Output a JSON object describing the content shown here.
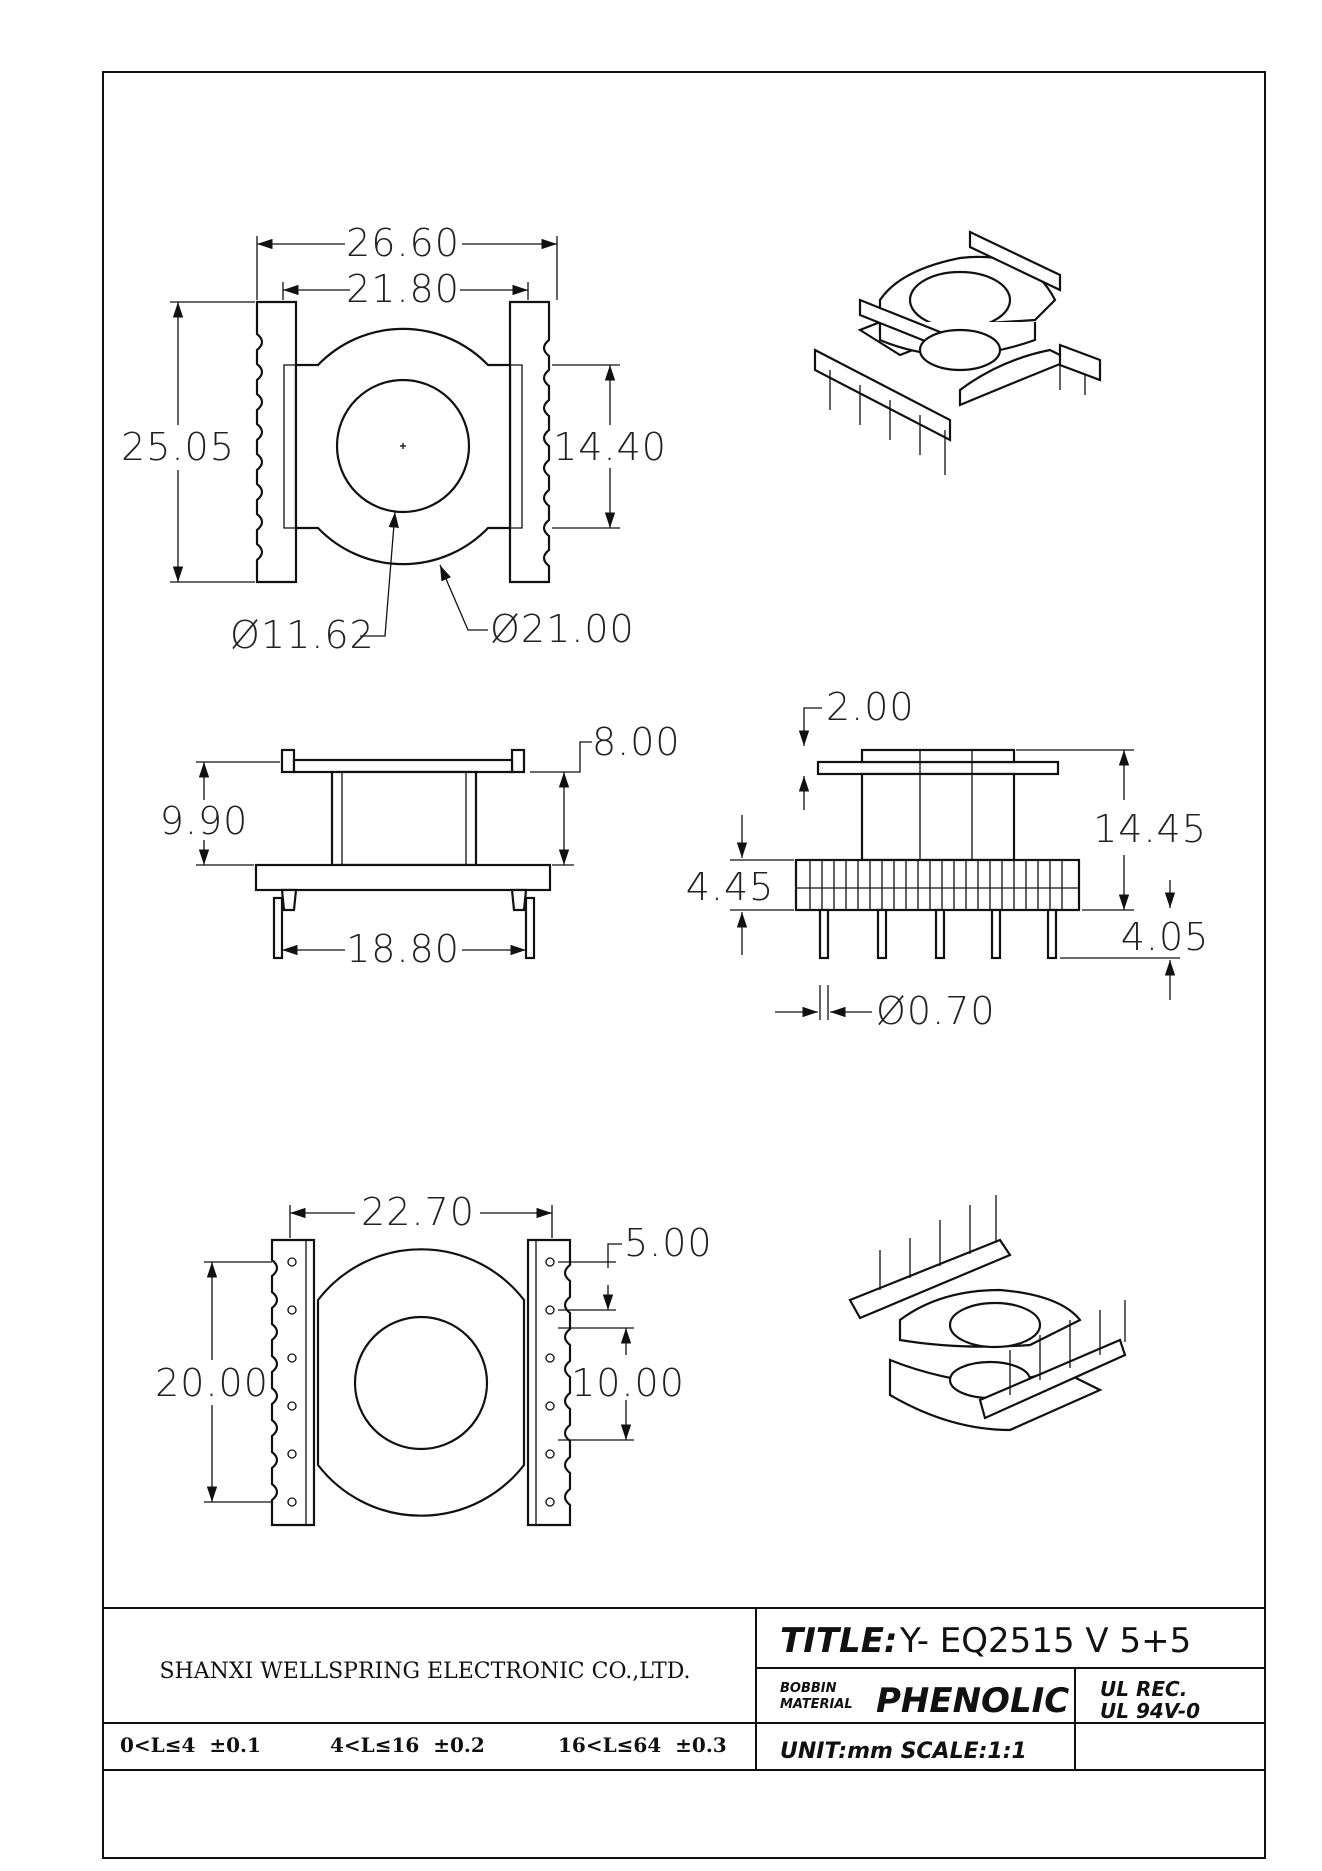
{
  "dimensions": {
    "top_view": {
      "overall_width": "26.60",
      "inner_width": "21.80",
      "overall_height": "25.05",
      "slot_height": "14.40",
      "bore_diameter": "Ø11.62",
      "flange_diameter": "Ø21.00"
    },
    "side_view": {
      "total_height": "9.90",
      "winding_height": "8.00",
      "pin_span": "18.80"
    },
    "front_view": {
      "flange_thickness": "2.00",
      "body_height": "14.45",
      "base_height": "4.45",
      "pin_length": "4.05",
      "pin_diameter": "Ø0.70"
    },
    "bottom_view": {
      "overall_width": "22.70",
      "pin_pitch": "5.00",
      "overall_height": "20.00",
      "slot_height": "10.00"
    }
  },
  "title_block": {
    "company": "SHANXI WELLSPRING ELECTRONIC CO.,LTD.",
    "title_label": "TITLE:",
    "title_value": "Y- EQ2515 V 5+5",
    "material_label_1": "BOBBIN",
    "material_label_2": "MATERIAL",
    "material_value": "PHENOLIC",
    "ul_label": "UL REC.",
    "ul_value": "UL 94V-0",
    "unit_scale": "UNIT:mm SCALE:1:1",
    "tolerances": [
      "0<L≤4  ±0.1",
      "4<L≤16  ±0.2",
      "16<L≤64  ±0.3"
    ]
  }
}
